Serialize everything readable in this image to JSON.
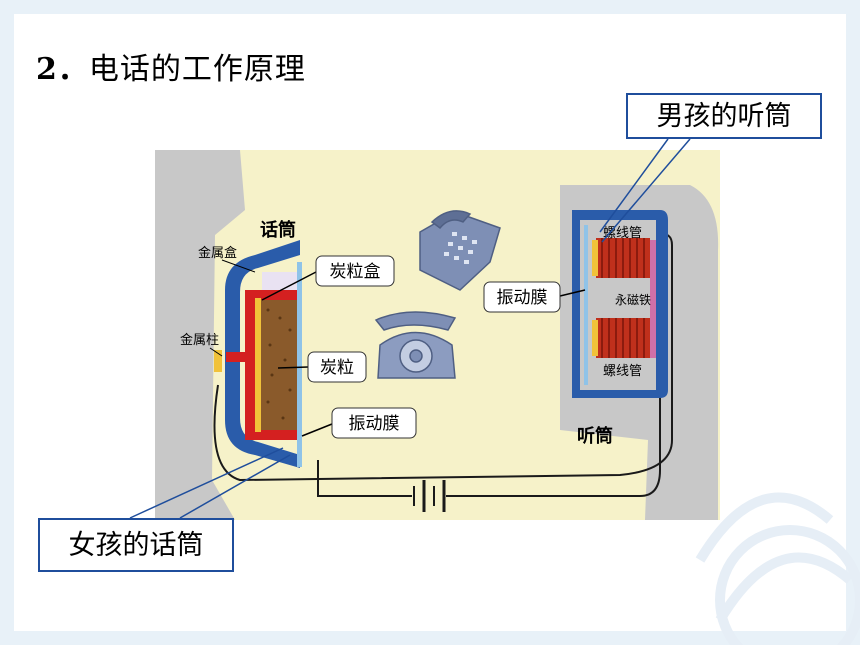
{
  "heading": {
    "number": "2．",
    "text": "电话的工作原理"
  },
  "callouts": {
    "boy_receiver": "男孩的听筒",
    "girl_mic": "女孩的话筒"
  },
  "diagram": {
    "mic_title": "话筒",
    "receiver_title": "听筒",
    "metal_box": "金属盒",
    "metal_post": "金属柱",
    "carbon_box": "炭粒盒",
    "carbon_grains": "炭粒",
    "diaphragm_left": "振动膜",
    "diaphragm_right": "振动膜",
    "coil_top": "螺线管",
    "coil_bottom": "螺线管",
    "magnet": "永磁铁"
  },
  "colors": {
    "diagram_bg": "#f6f2c9",
    "grey_hand": "#c9c9c9",
    "blue_case": "#2a5caa",
    "red_part": "#d42020",
    "carbon": "#8a5a2b",
    "callout_border": "#1f4e9c"
  },
  "icons": [
    "desk-phone-icon",
    "rotary-phone-icon",
    "battery-icon"
  ]
}
